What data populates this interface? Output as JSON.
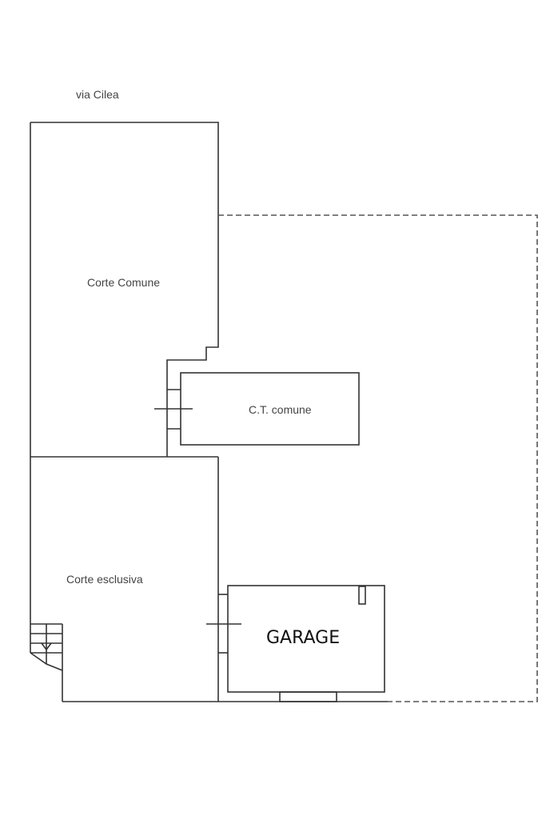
{
  "street_label": "via Cilea",
  "rooms": {
    "corte_comune": "Corte Comune",
    "ct_comune": "C.T. comune",
    "corte_esclusiva": "Corte esclusiva",
    "garage": "GARAGE"
  },
  "colors": {
    "line": "#333333",
    "dashed": "#555555",
    "background": "#ffffff"
  }
}
